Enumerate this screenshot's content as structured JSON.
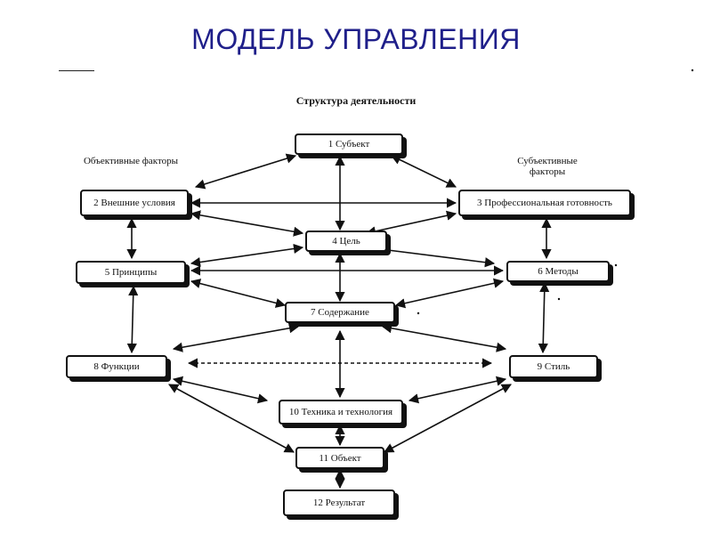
{
  "slide": {
    "title": "МОДЕЛЬ УПРАВЛЕНИЯ",
    "subtitle": "Структура деятельности",
    "objective_factors": "Объективные факторы",
    "subjective_factors": "Субъективные факторы"
  },
  "nodes": {
    "subject": "1 Субъект",
    "external_conditions": "2 Внешние условия",
    "professional_readiness": "3 Профессиональная готовность",
    "goal": "4 Цель",
    "principles": "5 Принципы",
    "methods": "6 Методы",
    "content": "7 Содержание",
    "functions": "8 Функции",
    "style": "9 Стиль",
    "technique": "10 Техника и технология",
    "object": "11 Объект",
    "result": "12 Результат"
  },
  "colors": {
    "title": "#1f1f8a",
    "lines": "#111111"
  }
}
